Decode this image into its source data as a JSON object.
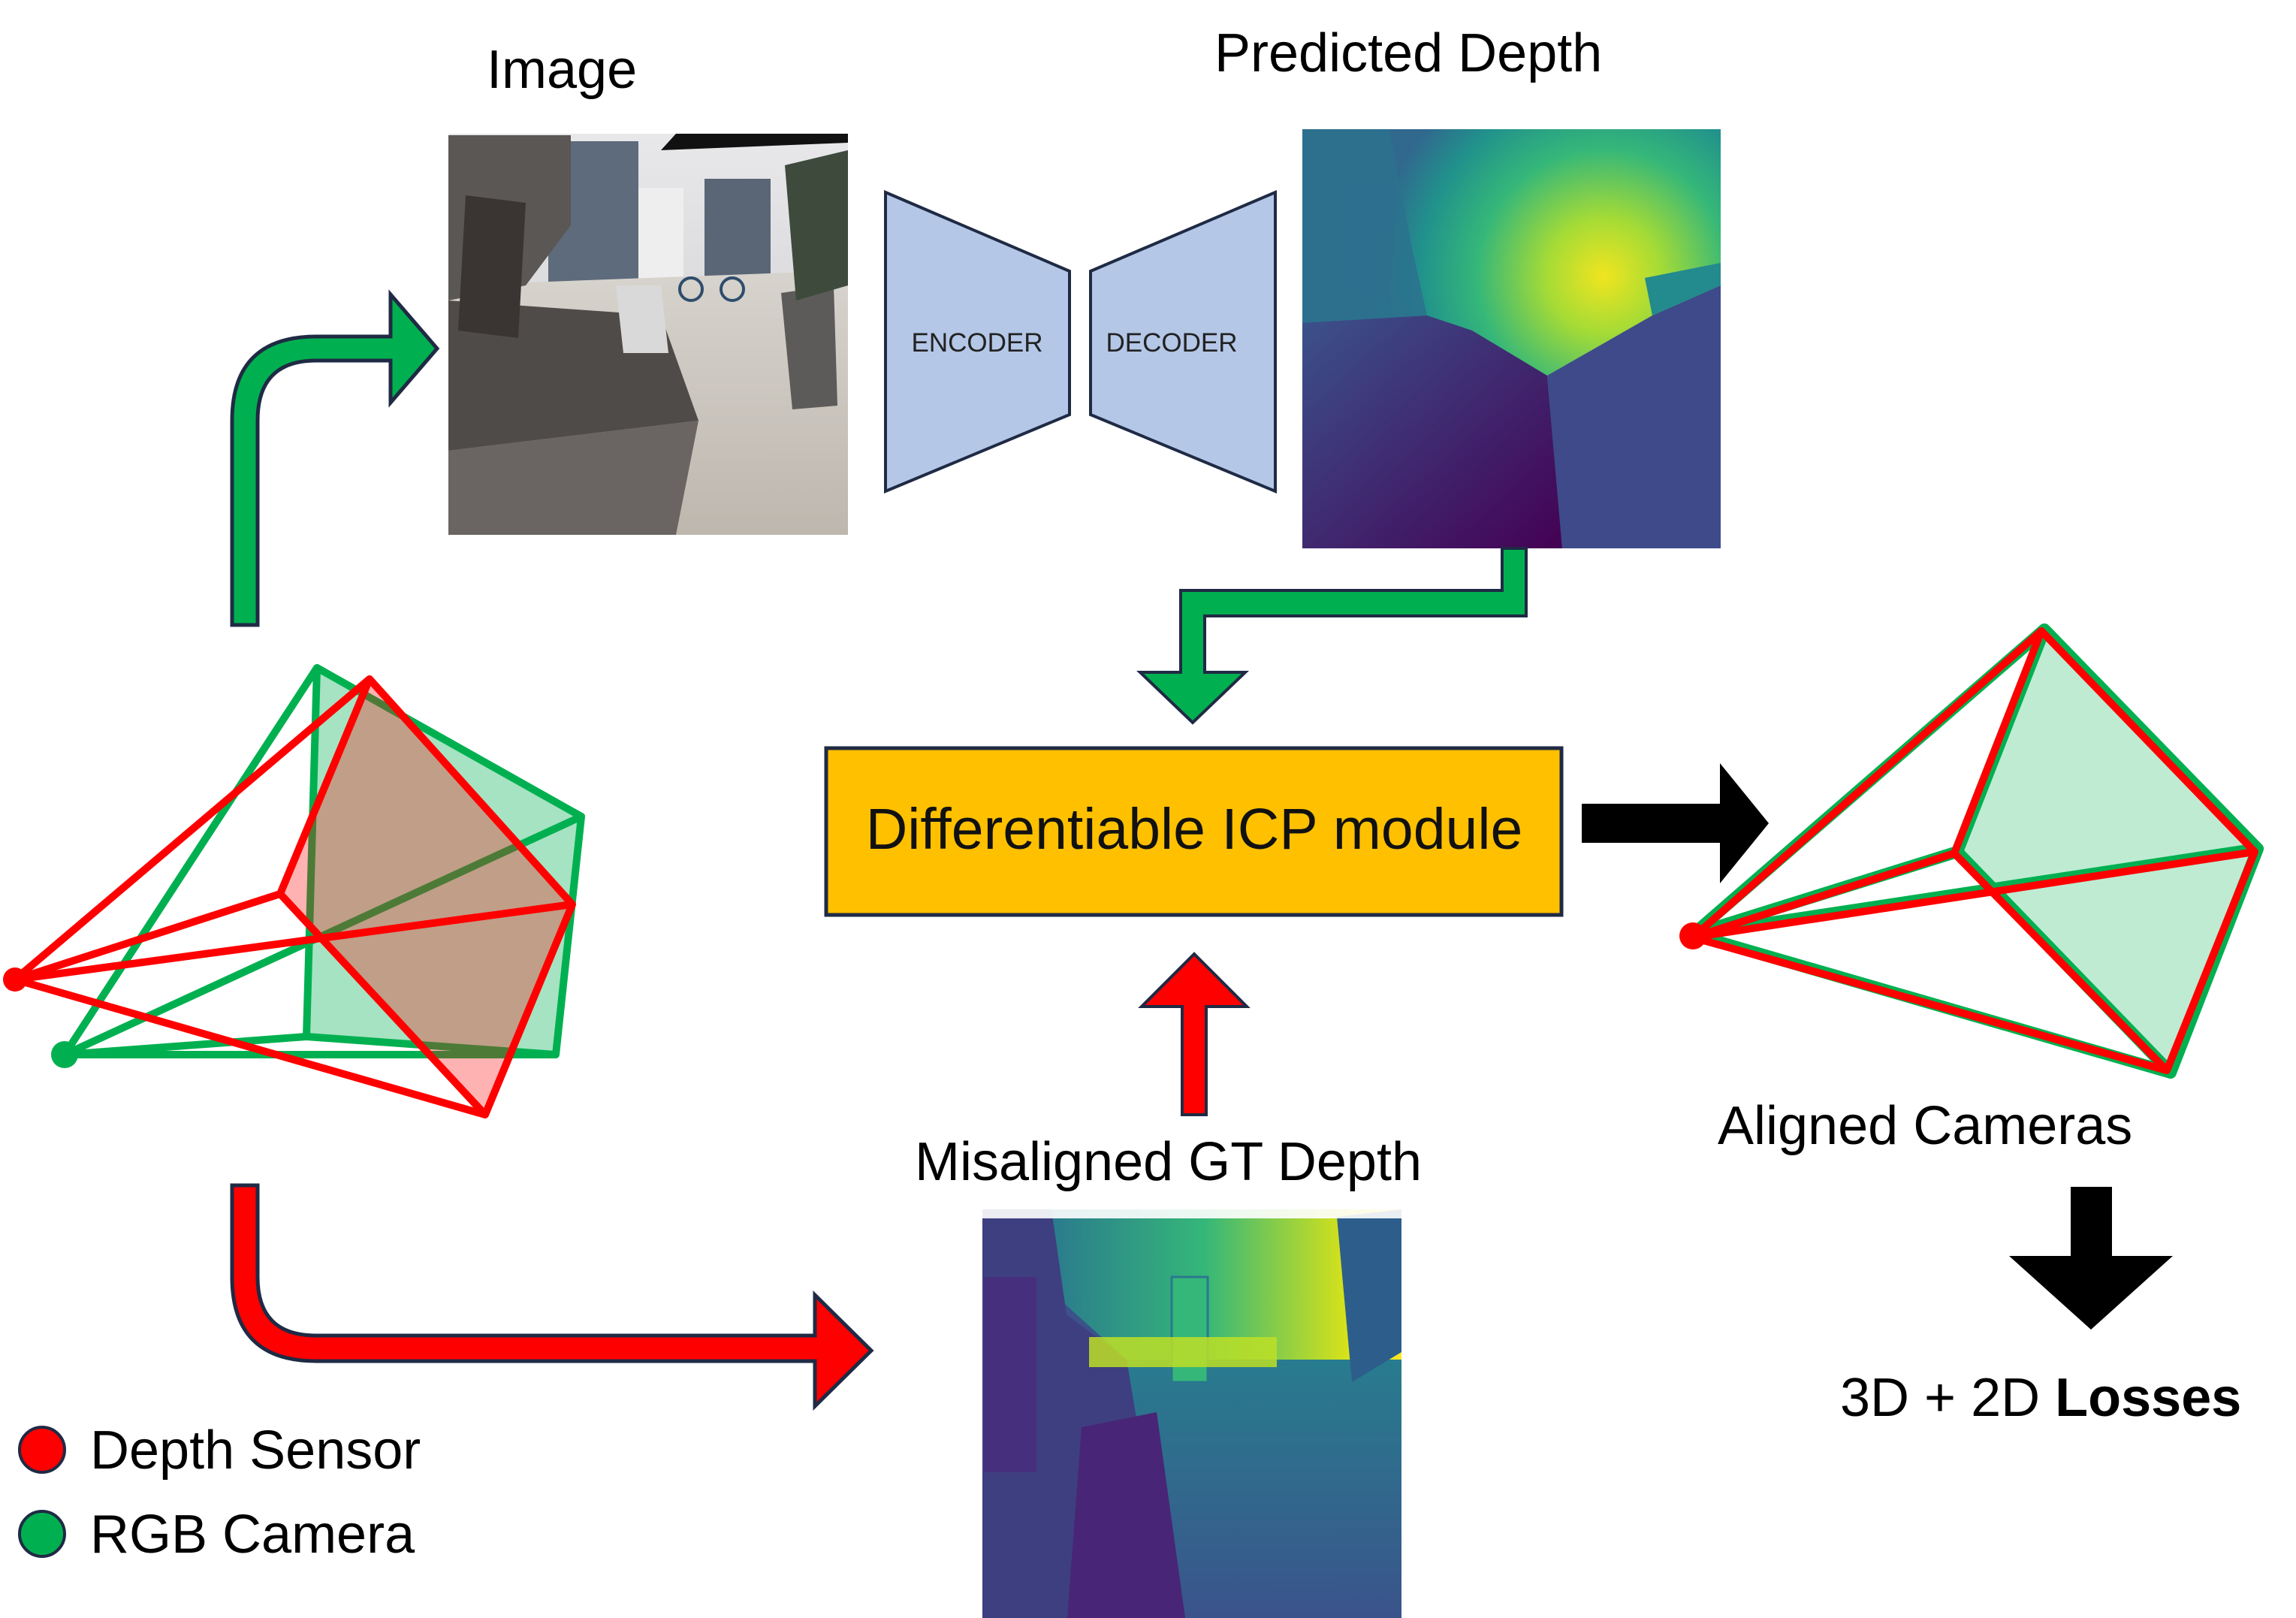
{
  "labels": {
    "image": "Image",
    "predicted_depth": "Predicted Depth",
    "encoder": "ENCODER",
    "decoder": "DECODER",
    "icp_module": "Differentiable ICP module",
    "misaligned_gt_depth": "Misaligned GT Depth",
    "aligned_cameras": "Aligned Cameras",
    "losses_prefix": "3D + 2D ",
    "losses_bold": "Losses"
  },
  "legend": [
    {
      "label": "Depth Sensor",
      "color": "#ff0000"
    },
    {
      "label": "RGB Camera",
      "color": "#00a650"
    }
  ],
  "colors": {
    "red": "#ff0000",
    "green": "#00b050",
    "dark_outline": "#1f2a44",
    "icp_fill": "#ffc000",
    "encoder_fill": "#b4c7e7",
    "viridis_dark": "#440154",
    "viridis_mid": "#21918c",
    "viridis_light": "#fde725"
  }
}
